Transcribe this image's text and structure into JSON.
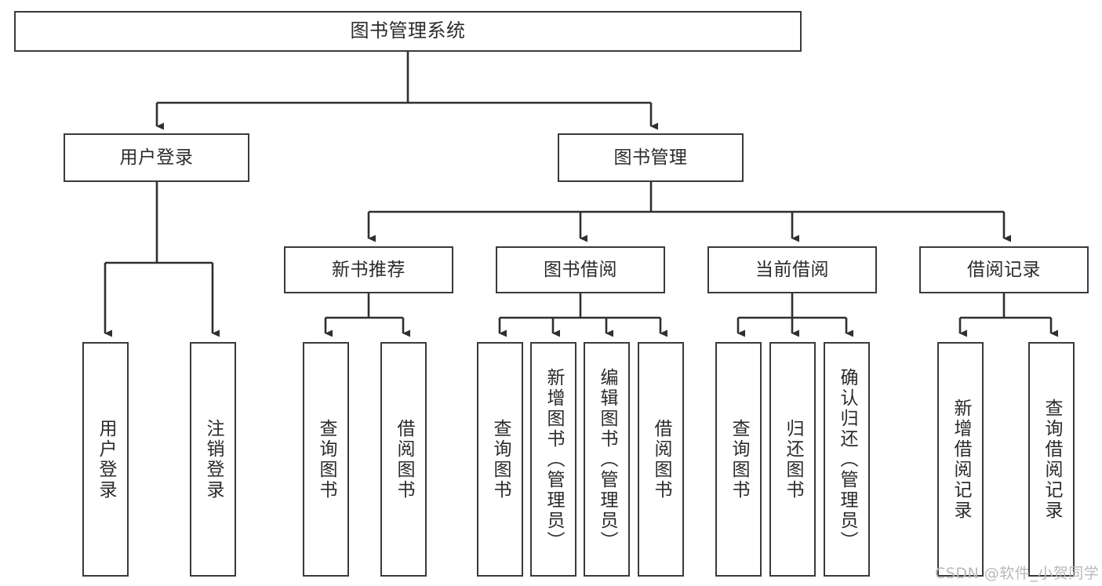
{
  "diagram": {
    "title": "图书管理系统",
    "type": "hierarchy-tree",
    "levels": 4,
    "nodes": {
      "root": {
        "label": "图书管理系统"
      },
      "level2": [
        {
          "id": "user-login",
          "label": "用户登录"
        },
        {
          "id": "book-management",
          "label": "图书管理"
        }
      ],
      "level3": [
        {
          "id": "new-book-recommend",
          "label": "新书推荐"
        },
        {
          "id": "book-borrow",
          "label": "图书借阅"
        },
        {
          "id": "current-borrow",
          "label": "当前借阅"
        },
        {
          "id": "borrow-record",
          "label": "借阅记录"
        }
      ],
      "leaves": {
        "user_login": [
          {
            "id": "leaf-user-login",
            "label": "用户登录"
          },
          {
            "id": "leaf-logout-login",
            "label": "注销登录"
          }
        ],
        "new_book_recommend": [
          {
            "id": "leaf-query-book-1",
            "label": "查询图书"
          },
          {
            "id": "leaf-borrow-book-1",
            "label": "借阅图书"
          }
        ],
        "book_borrow": [
          {
            "id": "leaf-query-book-2",
            "label": "查询图书"
          },
          {
            "id": "leaf-add-book",
            "label": "新增图书（管理员）"
          },
          {
            "id": "leaf-edit-book",
            "label": "编辑图书（管理员）"
          },
          {
            "id": "leaf-borrow-book-2",
            "label": "借阅图书"
          }
        ],
        "current_borrow": [
          {
            "id": "leaf-query-book-3",
            "label": "查询图书"
          },
          {
            "id": "leaf-return-book",
            "label": "归还图书"
          },
          {
            "id": "leaf-confirm-return",
            "label": "确认归还（管理员）"
          }
        ],
        "borrow_record": [
          {
            "id": "leaf-add-record",
            "label": "新增借阅记录"
          },
          {
            "id": "leaf-query-record",
            "label": "查询借阅记录"
          }
        ]
      }
    },
    "colors": {
      "border": "#3a3a3a",
      "text": "#2b2b2b",
      "background": "#ffffff",
      "watermark": "#b9b9b9"
    }
  },
  "watermark": {
    "text": "CSDN @软件_小贺同学"
  }
}
